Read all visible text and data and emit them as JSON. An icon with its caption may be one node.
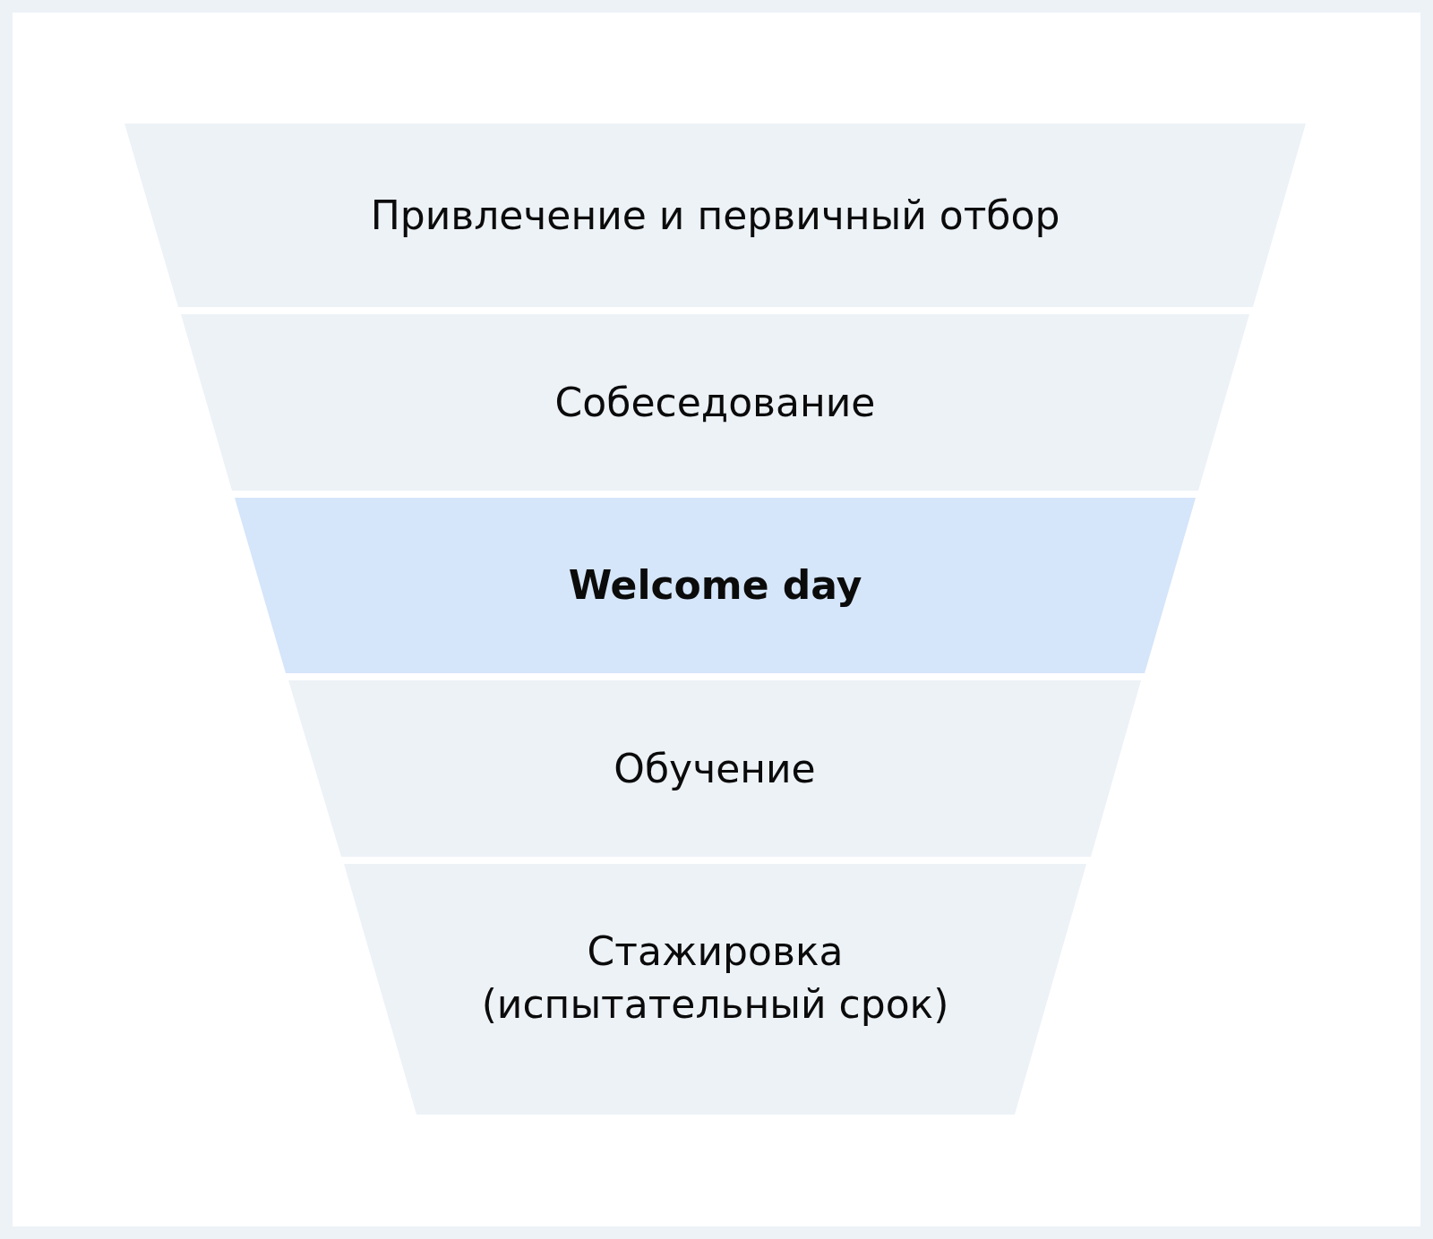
{
  "diagram": {
    "nodes": [
      {
        "text": [
          "Привлечение и первичный отбор"
        ]
      },
      {
        "text": [
          "Собеседование"
        ]
      },
      {
        "text": [
          "Welcome day"
        ]
      },
      {
        "text": [
          "Обучение"
        ]
      },
      {
        "text": [
          "Стажировка (испытательный срок)"
        ]
      }
    ]
  }
}
